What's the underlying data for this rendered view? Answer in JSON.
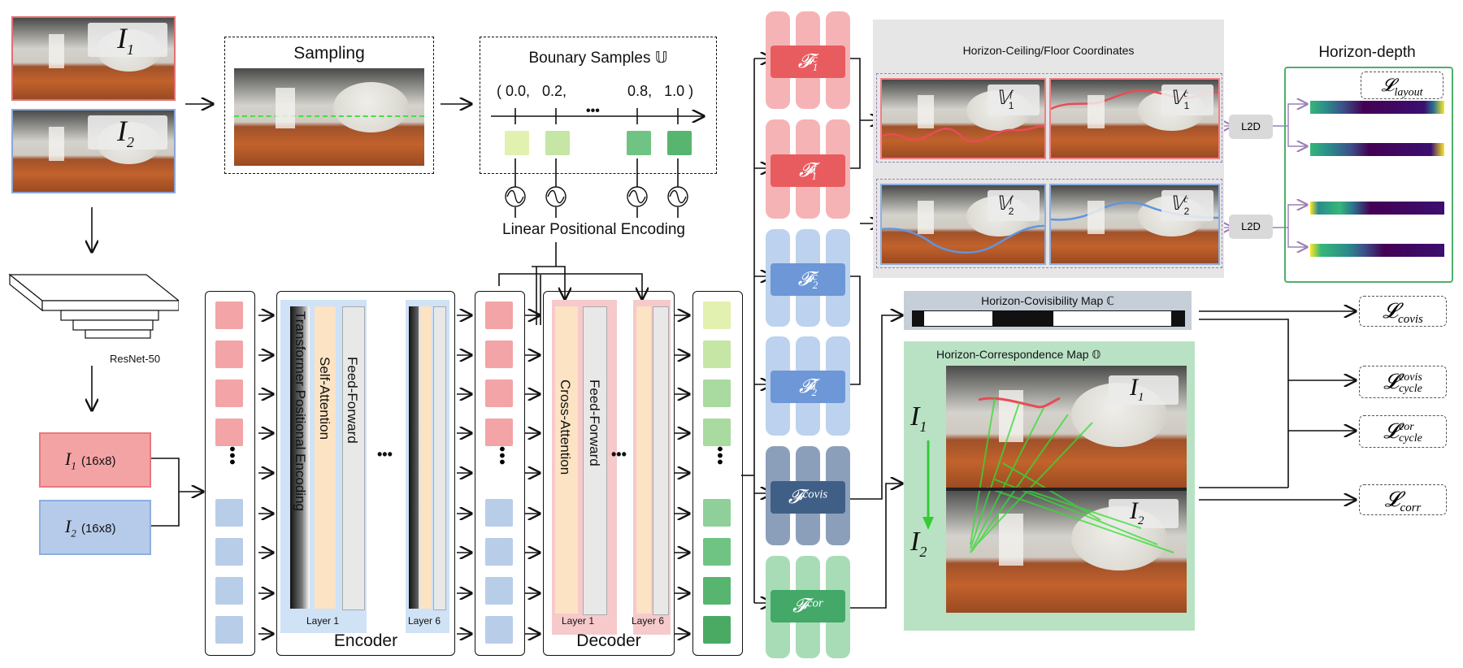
{
  "inputs": {
    "i1_label": "I",
    "i1_sub": "1",
    "i2_label": "I",
    "i2_sub": "2"
  },
  "sampling": {
    "title": "Sampling"
  },
  "boundary": {
    "title": "Bounary Samples 𝕌",
    "values": "( 0.0,   0.2,               0.8,   1.0 )",
    "ellipsis": "•••"
  },
  "encoding": {
    "label": "Linear Positional Encoding"
  },
  "backbone": {
    "label": "ResNet-50"
  },
  "features": {
    "f1_label": "I",
    "f1_sub": "1",
    "f1_size": "(16x8)",
    "f2_label": "I",
    "f2_sub": "2",
    "f2_size": "(16x8)"
  },
  "encoder": {
    "title": "Encoder",
    "tpe": "Transformer Positional Encoding",
    "self_attention": "Self-Attention",
    "feed_forward": "Feed-Forward",
    "layer1": "Layer 1",
    "layer6": "Layer 6",
    "ellipsis": "•••"
  },
  "decoder": {
    "title": "Decoder",
    "cross_attention": "Cross-Attention",
    "feed_forward": "Feed-Forward",
    "layer1": "Layer 1",
    "layer6": "Layer 6",
    "ellipsis": "•••"
  },
  "heads": {
    "f1c": "𝓕",
    "f1c_sup": "c",
    "f1c_sub": "1",
    "f1f": "𝓕",
    "f1f_sup": "f",
    "f1f_sub": "1",
    "f2c": "𝓕",
    "f2c_sup": "c",
    "f2c_sub": "2",
    "f2f": "𝓕",
    "f2f_sup": "f",
    "f2f_sub": "2",
    "fcovis": "𝓕",
    "fcovis_sup": "covis",
    "fcor": "𝓕",
    "fcor_sup": "cor"
  },
  "coords": {
    "title": "Horizon-Ceiling/Floor Coordinates",
    "v1f": "𝕍",
    "v1f_sup": "f",
    "v1f_sub": "1",
    "v1c": "𝕍",
    "v1c_sup": "c",
    "v1c_sub": "1",
    "v2f": "𝕍",
    "v2f_sup": "f",
    "v2f_sub": "2",
    "v2c": "𝕍",
    "v2c_sup": "c",
    "v2c_sub": "2",
    "l2d_1": "L2D",
    "l2d_2": "L2D"
  },
  "depth": {
    "title": "Horizon-depth",
    "loss": "𝓛",
    "loss_sub": "layout"
  },
  "covis": {
    "title": "Horizon-Covisibility Map ℂ"
  },
  "corr": {
    "title": "Horizon-Correspondence Map 𝕆",
    "i1": "I",
    "i1_sub": "1",
    "i2": "I",
    "i2_sub": "2",
    "tag1": "I",
    "tag1_sub": "1",
    "tag2": "I",
    "tag2_sub": "2"
  },
  "losses": {
    "covis": "𝓛",
    "covis_sub": "covis",
    "cycle_covis": "𝓛",
    "cycle_covis_sup": "covis",
    "cycle_covis_sub": "cycle",
    "cycle_cor": "𝓛",
    "cycle_cor_sup": "cor",
    "cycle_cor_sub": "cycle",
    "corr": "𝓛",
    "corr_sub": "corr"
  }
}
